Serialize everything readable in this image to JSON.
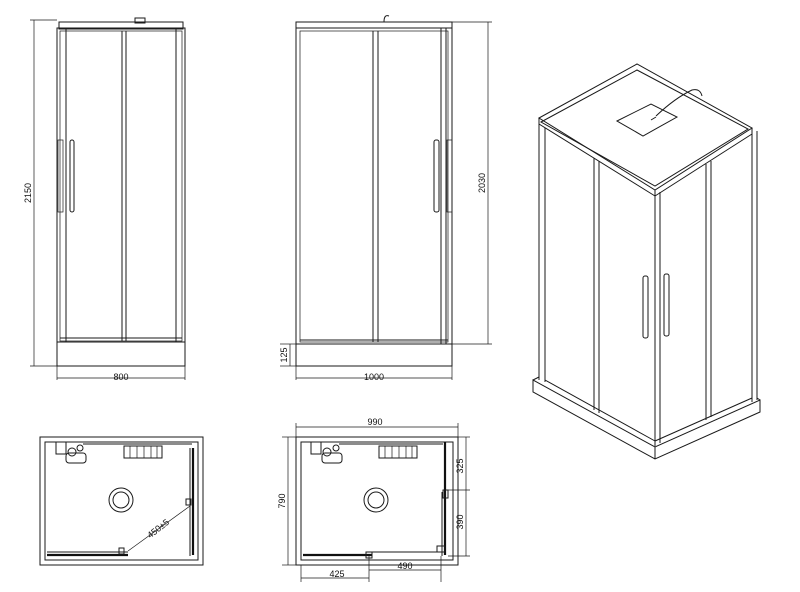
{
  "dimensions": {
    "front_height": "2150",
    "front_width": "800",
    "side_tray_height": "125",
    "side_width": "1000",
    "side_height": "2030",
    "plan_right_width": "990",
    "plan_right_depth": "790",
    "plan_right_offset_top": "325",
    "plan_right_offset_side": "390",
    "plan_right_bottom_left": "425",
    "plan_right_bottom_right": "490",
    "plan_left_waste": "450±5"
  }
}
